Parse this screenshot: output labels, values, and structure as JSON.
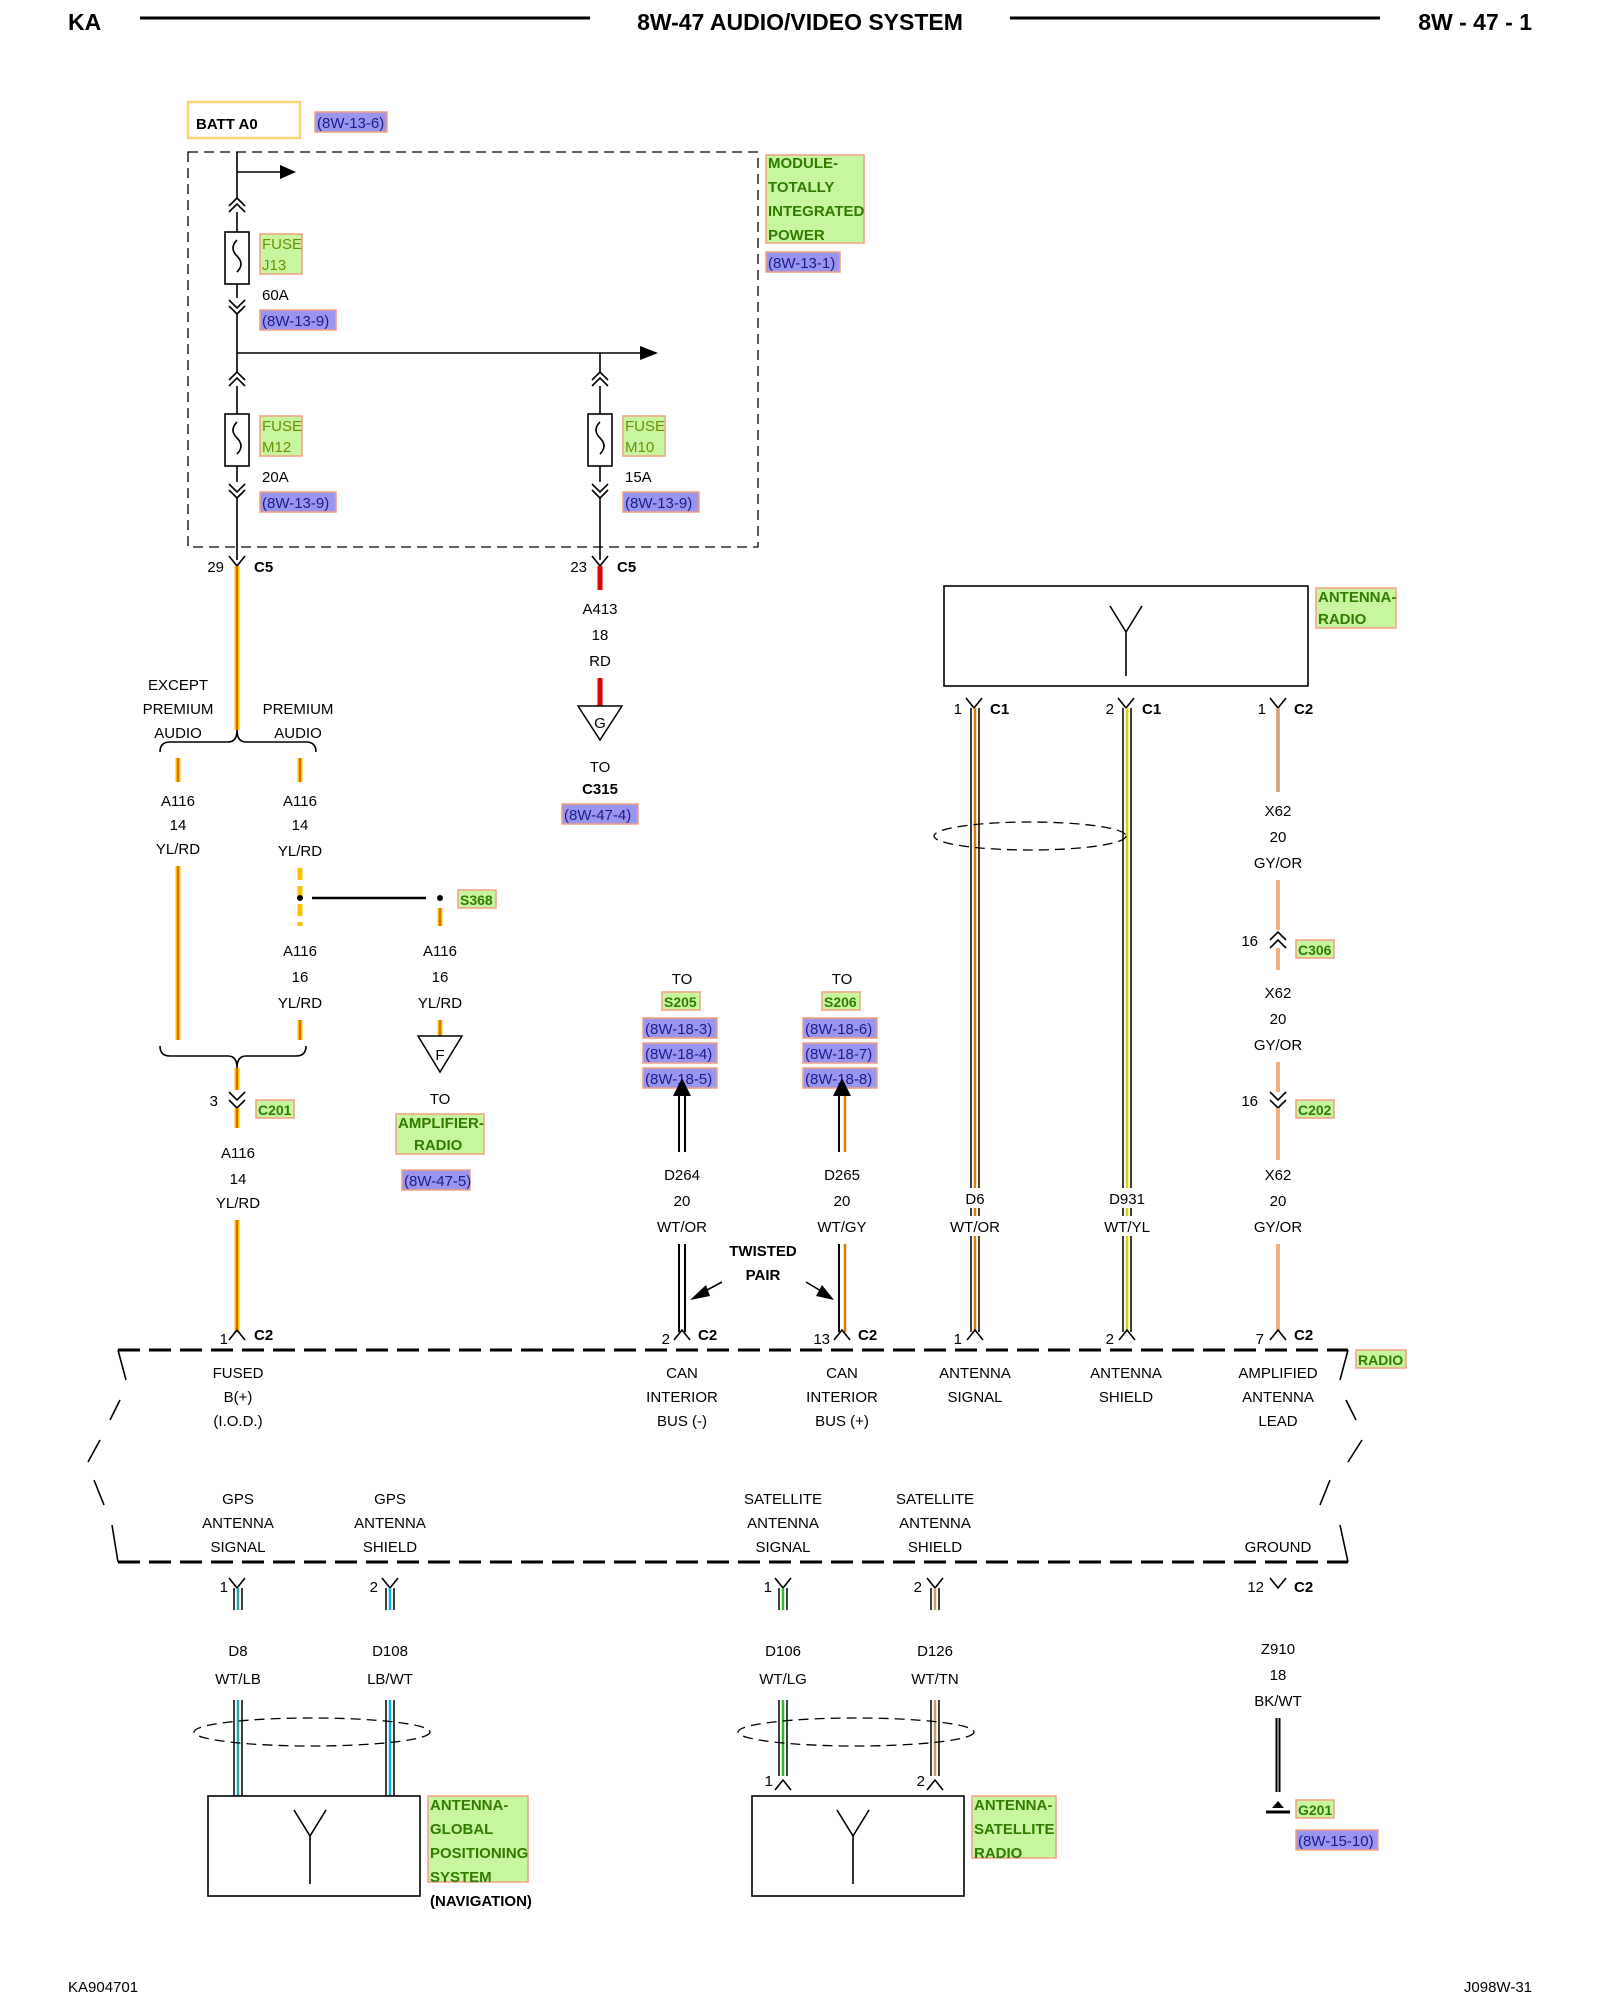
{
  "header": {
    "left": "KA",
    "title": "8W-47 AUDIO/VIDEO SYSTEM",
    "right": "8W - 47 - 1"
  },
  "footer": {
    "left": "KA904701",
    "right": "J098W-31"
  },
  "colors": {
    "highlight_green": "#c8f5a0",
    "highlight_blue": "#9a96ef",
    "highlight_border": "#f0a080",
    "batt_border": "#fbd27a"
  },
  "batt": {
    "label": "BATT A0",
    "ref": "(8W-13-6)"
  },
  "tipm": {
    "lines": [
      "MODULE-",
      "TOTALLY",
      "INTEGRATED",
      "POWER"
    ],
    "ref": "(8W-13-1)"
  },
  "fuses": {
    "j13": {
      "l1": "FUSE",
      "l2": "J13",
      "rating": "60A",
      "ref": "(8W-13-9)"
    },
    "m12": {
      "l1": "FUSE",
      "l2": "M12",
      "rating": "20A",
      "ref": "(8W-13-9)"
    },
    "m10": {
      "l1": "FUSE",
      "l2": "M10",
      "rating": "15A",
      "ref": "(8W-13-9)"
    }
  },
  "c5": {
    "pin29": "29",
    "pin23": "23",
    "name": "C5"
  },
  "a413": {
    "circuit": "A413",
    "gauge": "18",
    "color": "RD",
    "ground_letter": "G",
    "to": "TO",
    "dest": "C315",
    "ref": "(8W-47-4)"
  },
  "splice_labels": {
    "except": [
      "EXCEPT",
      "PREMIUM",
      "AUDIO"
    ],
    "premium": [
      "PREMIUM",
      "AUDIO"
    ]
  },
  "a116_left": {
    "circuit": "A116",
    "gauge": "14",
    "color": "YL/RD"
  },
  "a116_right": {
    "circuit": "A116",
    "gauge": "14",
    "color": "YL/RD"
  },
  "s368": "S368",
  "a116_16a": {
    "circuit": "A116",
    "gauge": "16",
    "color": "YL/RD"
  },
  "a116_16b": {
    "circuit": "A116",
    "gauge": "16",
    "color": "YL/RD"
  },
  "amp": {
    "letter": "F",
    "to": "TO",
    "name_l1": "AMPLIFIER-",
    "name_l2": "RADIO",
    "ref": "(8W-47-5)"
  },
  "c201": {
    "pin": "3",
    "name": "C201"
  },
  "a116_bottom": {
    "circuit": "A116",
    "gauge": "14",
    "color": "YL/RD"
  },
  "s205": {
    "to": "TO",
    "name": "S205",
    "refs": [
      "(8W-18-3)",
      "(8W-18-4)",
      "(8W-18-5)"
    ]
  },
  "s206": {
    "to": "TO",
    "name": "S206",
    "refs": [
      "(8W-18-6)",
      "(8W-18-7)",
      "(8W-18-8)"
    ]
  },
  "d264": {
    "circuit": "D264",
    "gauge": "20",
    "color": "WT/OR"
  },
  "d265": {
    "circuit": "D265",
    "gauge": "20",
    "color": "WT/GY"
  },
  "twisted": [
    "TWISTED",
    "PAIR"
  ],
  "antenna_radio": {
    "l1": "ANTENNA-",
    "l2": "RADIO"
  },
  "ant_conn": {
    "c1a_pin": "1",
    "c1b_pin": "2",
    "c1": "C1",
    "c2_pin": "1",
    "c2": "C2"
  },
  "d6": {
    "circuit": "D6",
    "color": "WT/OR"
  },
  "d931": {
    "circuit": "D931",
    "color": "WT/YL"
  },
  "x62_a": {
    "circuit": "X62",
    "gauge": "20",
    "color": "GY/OR"
  },
  "c306": {
    "pin": "16",
    "name": "C306"
  },
  "x62_b": {
    "circuit": "X62",
    "gauge": "20",
    "color": "GY/OR"
  },
  "c202": {
    "pin": "16",
    "name": "C202"
  },
  "x62_c": {
    "circuit": "X62",
    "gauge": "20",
    "color": "GY/OR"
  },
  "radio": {
    "name": "RADIO",
    "c2": "C2",
    "top_pins": [
      "1",
      "2",
      "13",
      "1",
      "2",
      "7"
    ],
    "pins_top": [
      [
        "FUSED",
        "B(+)",
        "(I.O.D.)"
      ],
      [
        "CAN",
        "INTERIOR",
        "BUS (-)"
      ],
      [
        "CAN",
        "INTERIOR",
        "BUS (+)"
      ],
      [
        "ANTENNA",
        "SIGNAL"
      ],
      [
        "ANTENNA",
        "SHIELD"
      ],
      [
        "AMPLIFIED",
        "ANTENNA",
        "LEAD"
      ]
    ],
    "pins_bottom": [
      [
        "GPS",
        "ANTENNA",
        "SIGNAL"
      ],
      [
        "GPS",
        "ANTENNA",
        "SHIELD"
      ],
      [
        "SATELLITE",
        "ANTENNA",
        "SIGNAL"
      ],
      [
        "SATELLITE",
        "ANTENNA",
        "SHIELD"
      ],
      [
        "GROUND"
      ]
    ],
    "bottom_pins": [
      "1",
      "2",
      "1",
      "2",
      "12"
    ]
  },
  "d8": {
    "circuit": "D8",
    "color": "WT/LB"
  },
  "d108": {
    "circuit": "D108",
    "color": "LB/WT"
  },
  "d106": {
    "circuit": "D106",
    "color": "WT/LG"
  },
  "d126": {
    "circuit": "D126",
    "color": "WT/TN"
  },
  "z910": {
    "circuit": "Z910",
    "gauge": "18",
    "color": "BK/WT"
  },
  "g201": {
    "name": "G201",
    "ref": "(8W-15-10)"
  },
  "gps": {
    "lines": [
      "ANTENNA-",
      "GLOBAL",
      "POSITIONING",
      "SYSTEM"
    ],
    "note": "(NAVIGATION)"
  },
  "sat": {
    "lines": [
      "ANTENNA-",
      "SATELLITE",
      "RADIO"
    ],
    "pin1": "1",
    "pin2": "2"
  }
}
